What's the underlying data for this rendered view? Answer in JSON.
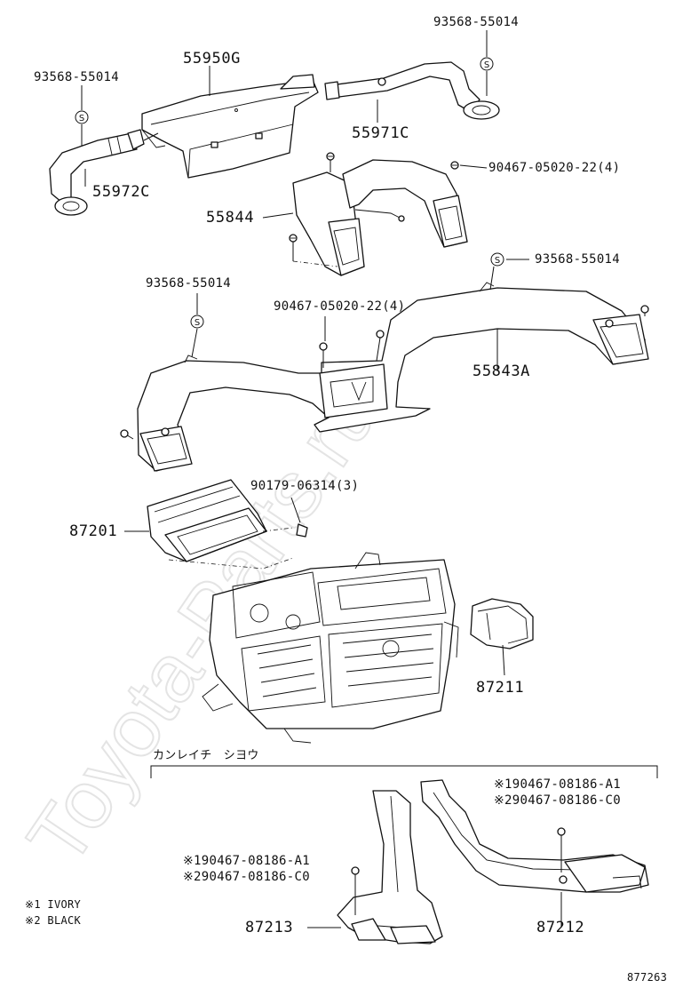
{
  "watermark": "Toyota-Parts.ru",
  "diagram_id": "877263",
  "section_label": "カンレイチ　シヨウ",
  "legend": [
    {
      "mark": "※1",
      "text": "IVORY"
    },
    {
      "mark": "※2",
      "text": "BLACK"
    }
  ],
  "parts": {
    "p55950g": "55950G",
    "p55971c": "55971C",
    "p55972c": "55972C",
    "p55844": "55844",
    "p55843a": "55843A",
    "p87201": "87201",
    "p87211": "87211",
    "p87212": "87212",
    "p87213": "87213"
  },
  "fasteners": {
    "clip_a": "93568-55014",
    "clip_b": "93568-55014",
    "clip_c": "93568-55014",
    "clip_d": "93568-55014",
    "screw_a": "90467-05020-22(4)",
    "screw_b": "90467-05020-22(4)",
    "nut_a": "90179-06314(3)",
    "clip_e1": "※190467-08186-A1",
    "clip_e2": "※290467-08186-C0",
    "clip_f1": "※190467-08186-A1",
    "clip_f2": "※290467-08186-C0"
  },
  "symbol": "S"
}
